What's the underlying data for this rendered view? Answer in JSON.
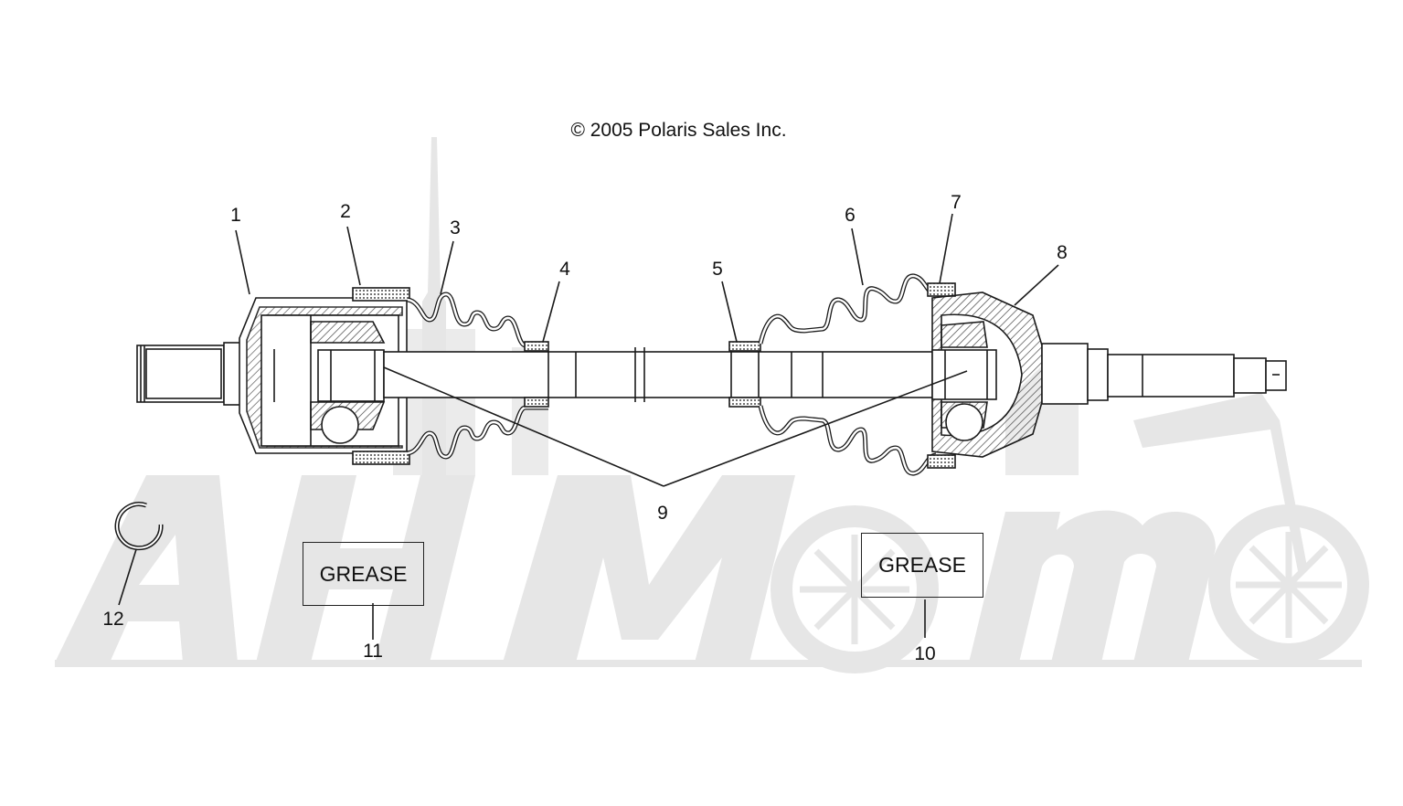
{
  "copyright": "© 2005 Polaris Sales Inc.",
  "callouts": [
    "1",
    "2",
    "3",
    "4",
    "5",
    "6",
    "7",
    "8",
    "9",
    "10",
    "11",
    "12"
  ],
  "grease_labels": [
    "GREASE",
    "GREASE"
  ],
  "colors": {
    "line": "#1a1a1a",
    "hatch": "#555555",
    "watermark": "#e6e6e6"
  }
}
